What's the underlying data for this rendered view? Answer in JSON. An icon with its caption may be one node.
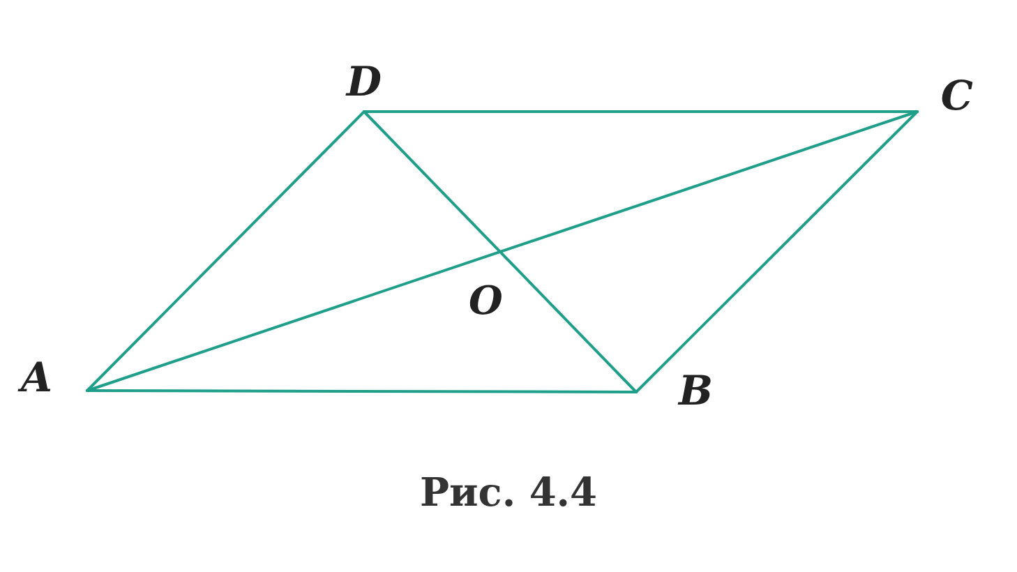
{
  "diagram": {
    "caption": "Рис. 4.4",
    "nodes": [
      {
        "text": [
          "A"
        ]
      },
      {
        "text": [
          "B"
        ]
      },
      {
        "text": [
          "C"
        ]
      },
      {
        "text": [
          "D"
        ]
      }
    ],
    "edges": [
      {
        "from": 0,
        "to": 1,
        "arrow": "none"
      },
      {
        "from": 1,
        "to": 2,
        "arrow": "none"
      },
      {
        "from": 2,
        "to": 3,
        "arrow": "none"
      },
      {
        "from": 3,
        "to": 0,
        "arrow": "none"
      },
      {
        "from": 0,
        "to": 2,
        "arrow": "none"
      },
      {
        "from": 1,
        "to": 3,
        "arrow": "none"
      }
    ],
    "labels": [
      "O"
    ]
  }
}
